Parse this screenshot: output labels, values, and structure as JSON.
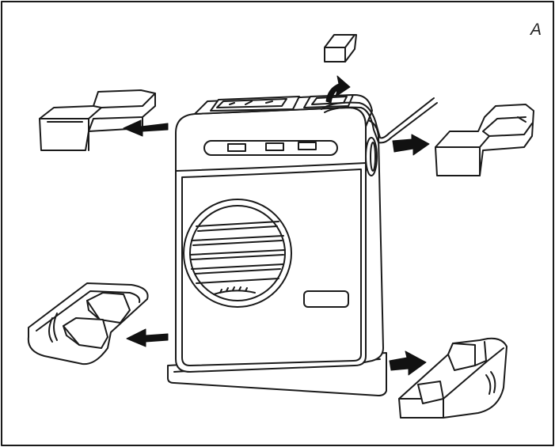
{
  "figure": {
    "corner_label": "A"
  },
  "colors": {
    "line": "#1a1a1a",
    "fill": "#ffffff",
    "arrow": "#111111"
  },
  "parts": [
    "heater-unit",
    "top-cap-packing",
    "left-end-packing",
    "right-end-packing",
    "front-left-base-packing",
    "front-right-base-packing",
    "strap"
  ]
}
